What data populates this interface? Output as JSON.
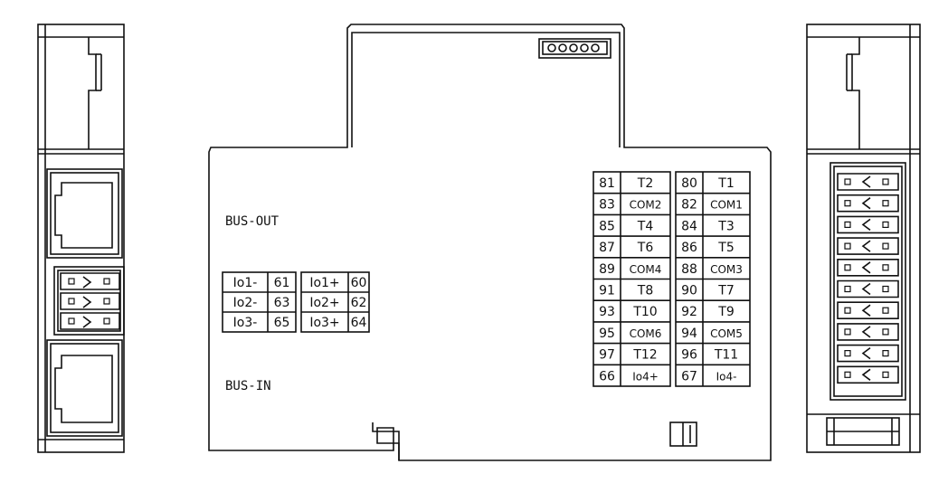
{
  "labels": {
    "bus_out": "BUS-OUT",
    "bus_in": "BUS-IN"
  },
  "io_left": [
    [
      {
        "name": "Io1-",
        "num": "61"
      },
      {
        "name": "Io1+",
        "num": "60"
      }
    ],
    [
      {
        "name": "Io2-",
        "num": "63"
      },
      {
        "name": "Io2+",
        "num": "62"
      }
    ],
    [
      {
        "name": "Io3-",
        "num": "65"
      },
      {
        "name": "Io3+",
        "num": "64"
      }
    ]
  ],
  "terminals_right": [
    [
      {
        "num": "81",
        "name": "T2"
      },
      {
        "num": "80",
        "name": "T1"
      }
    ],
    [
      {
        "num": "83",
        "name": "COM2"
      },
      {
        "num": "82",
        "name": "COM1"
      }
    ],
    [
      {
        "num": "85",
        "name": "T4"
      },
      {
        "num": "84",
        "name": "T3"
      }
    ],
    [
      {
        "num": "87",
        "name": "T6"
      },
      {
        "num": "86",
        "name": "T5"
      }
    ],
    [
      {
        "num": "89",
        "name": "COM4"
      },
      {
        "num": "88",
        "name": "COM3"
      }
    ],
    [
      {
        "num": "91",
        "name": "T8"
      },
      {
        "num": "90",
        "name": "T7"
      }
    ],
    [
      {
        "num": "93",
        "name": "T10"
      },
      {
        "num": "92",
        "name": "T9"
      }
    ],
    [
      {
        "num": "95",
        "name": "COM6"
      },
      {
        "num": "94",
        "name": "COM5"
      }
    ],
    [
      {
        "num": "97",
        "name": "T12"
      },
      {
        "num": "96",
        "name": "T11"
      }
    ],
    [
      {
        "num": "66",
        "name": "Io4+"
      },
      {
        "num": "67",
        "name": "Io4-"
      }
    ]
  ],
  "colors": {
    "line": "#111111",
    "background": "#ffffff"
  }
}
